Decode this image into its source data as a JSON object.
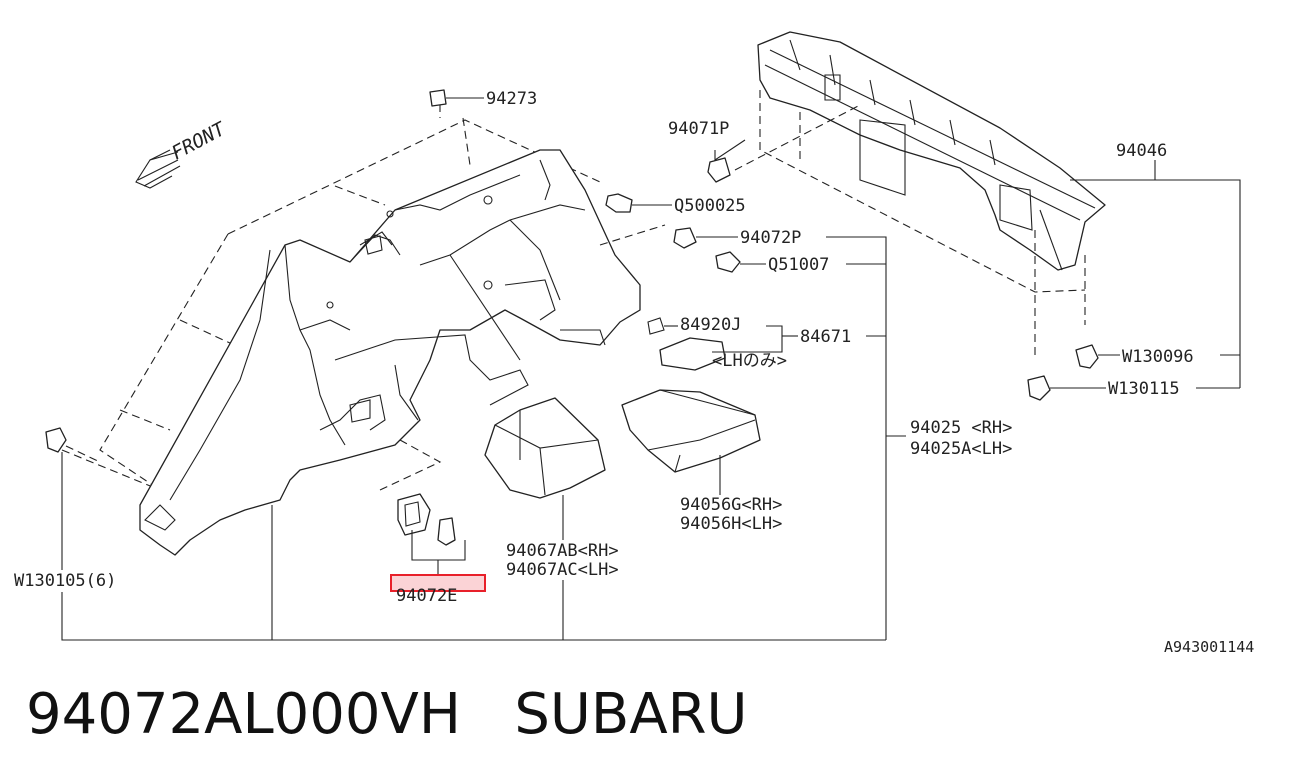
{
  "labels": {
    "front": "FRONT",
    "p94273": "94273",
    "p94071P": "94071P",
    "pQ500025": "Q500025",
    "p94046": "94046",
    "p94072P": "94072P",
    "pQ51007": "Q51007",
    "p84920J": "84920J",
    "p84671": "84671",
    "lh_only": "<LHのみ>",
    "pW130096": "W130096",
    "pW130115": "W130115",
    "p94025_rh": "94025 <RH>",
    "p94025A_lh": "94025A<LH>",
    "p94056G_rh": "94056G<RH>",
    "p94056H_lh": "94056H<LH>",
    "p94067AB_rh": "94067AB<RH>",
    "p94067AC_lh": "94067AC<LH>",
    "p94072E": "94072E",
    "pW130105": "W130105(6)",
    "diagram_ref": "A943001144"
  },
  "caption": "94072AL000VH   SUBARU",
  "colors": {
    "highlight_border": "#e8202a",
    "highlight_fill": "#fbd3d6",
    "line": "#222222"
  }
}
